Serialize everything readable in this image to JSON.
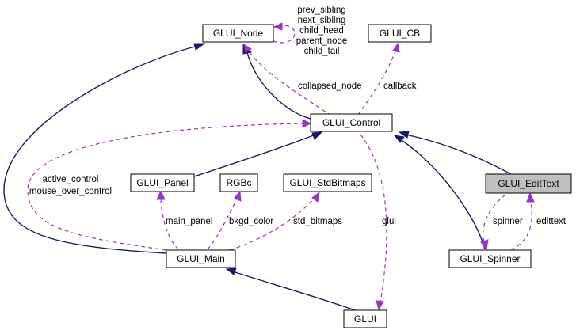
{
  "nodes": {
    "glui_node": "GLUI_Node",
    "glui_cb": "GLUI_CB",
    "glui_control": "GLUI_Control",
    "glui_panel": "GLUI_Panel",
    "rgbc": "RGBc",
    "glui_stdbitmaps": "GLUI_StdBitmaps",
    "glui_edittext": "GLUI_EditText",
    "glui_main": "GLUI_Main",
    "glui_spinner": "GLUI_Spinner",
    "glui": "GLUI"
  },
  "edge_labels": {
    "node_self": [
      "prev_sibling",
      "next_sibling",
      "child_head",
      "parent_node",
      "child_tail"
    ],
    "collapsed_node": "collapsed_node",
    "callback": "callback",
    "main_control": [
      "active_control",
      "mouse_over_control"
    ],
    "main_panel": "main_panel",
    "bkgd_color": "bkgd_color",
    "std_bitmaps": "std_bitmaps",
    "glui": "glui",
    "spinner": "spinner",
    "edittext": "edittext"
  },
  "colors": {
    "inheritance": "#191970",
    "association": "#9a32cd",
    "focus_fill": "#bfbfbf"
  }
}
